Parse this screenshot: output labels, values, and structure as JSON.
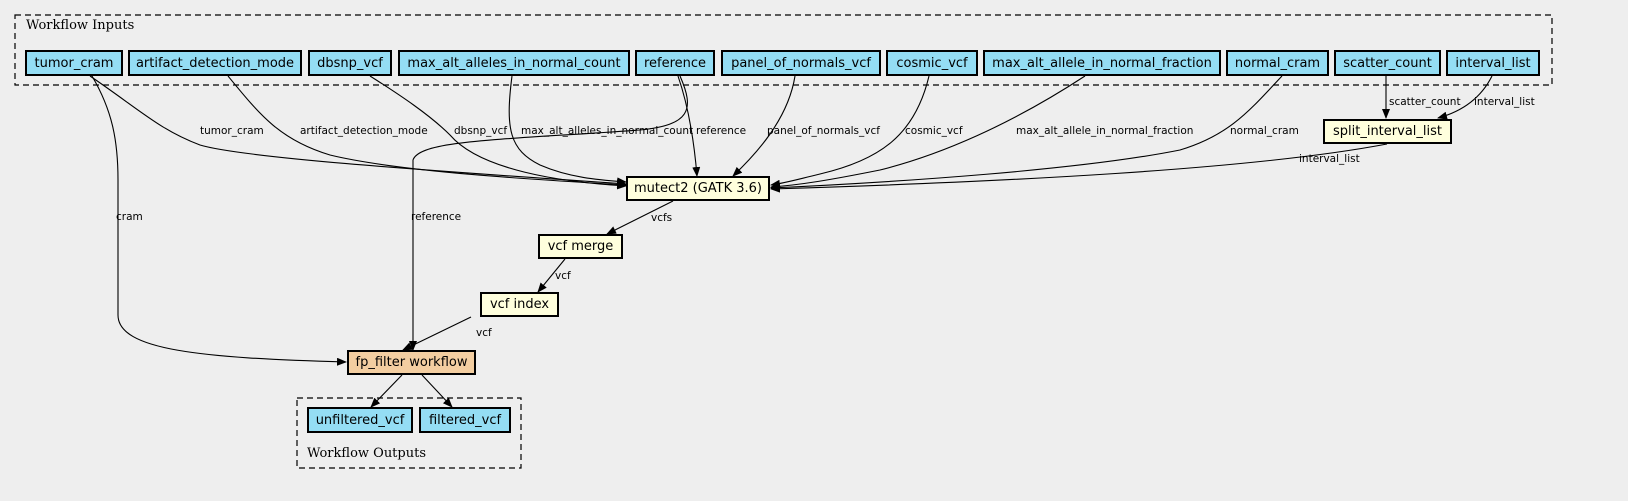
{
  "clusters": {
    "inputs_title": "Workflow Inputs",
    "outputs_title": "Workflow Outputs"
  },
  "nodes": {
    "tumor_cram": "tumor_cram",
    "artifact_detection_mode": "artifact_detection_mode",
    "dbsnp_vcf": "dbsnp_vcf",
    "max_alt_alleles_in_normal_count": "max_alt_alleles_in_normal_count",
    "reference": "reference",
    "panel_of_normals_vcf": "panel_of_normals_vcf",
    "cosmic_vcf": "cosmic_vcf",
    "max_alt_allele_in_normal_fraction": "max_alt_allele_in_normal_fraction",
    "normal_cram": "normal_cram",
    "scatter_count": "scatter_count",
    "interval_list": "interval_list",
    "split_interval_list": "split_interval_list",
    "mutect2": "mutect2 (GATK 3.6)",
    "vcf_merge": "vcf merge",
    "vcf_index": "vcf index",
    "fp_filter": "fp_filter workflow",
    "unfiltered_vcf": "unfiltered_vcf",
    "filtered_vcf": "filtered_vcf"
  },
  "edge_labels": {
    "tumor_cram": "tumor_cram",
    "artifact_detection_mode": "artifact_detection_mode",
    "dbsnp_vcf": "dbsnp_vcf",
    "max_alt_alleles_in_normal_count": "max_alt_alleles_in_normal_count",
    "reference": "reference",
    "panel_of_normals_vcf": "panel_of_normals_vcf",
    "cosmic_vcf": "cosmic_vcf",
    "max_alt_allele_in_normal_fraction": "max_alt_allele_in_normal_fraction",
    "normal_cram": "normal_cram",
    "scatter_count": "scatter_count",
    "interval_list_in": "interval_list",
    "interval_list_out": "interval_list",
    "cram": "cram",
    "reference_fp": "reference",
    "vcfs": "vcfs",
    "vcf_merge_out": "vcf",
    "vcf_index_out": "vcf"
  }
}
